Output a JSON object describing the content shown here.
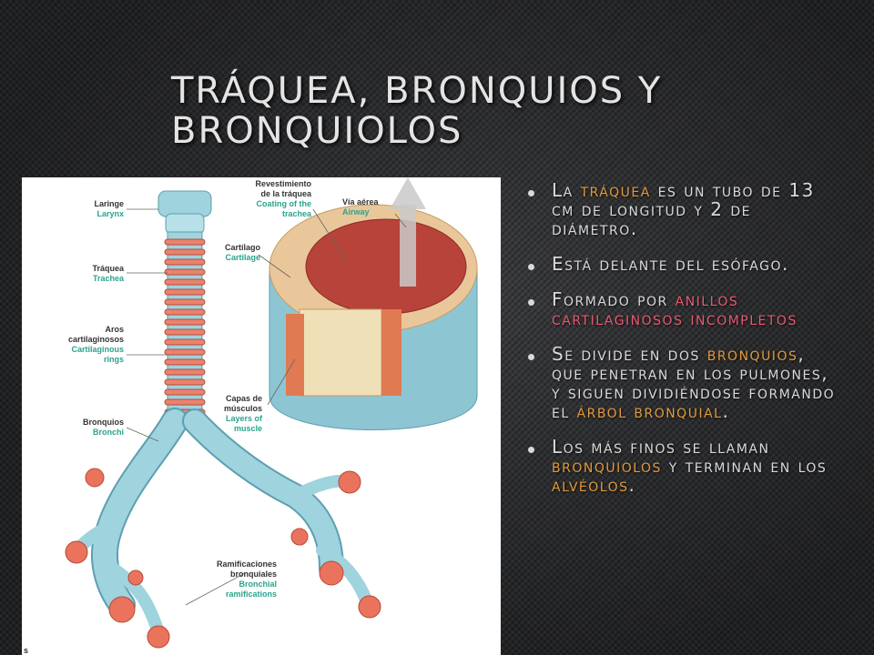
{
  "title": {
    "line1": "TRÁQUEA, BRONQUIOS Y",
    "line2": "BRONQUIOLOS"
  },
  "figure": {
    "corner_mark": "s",
    "labels": [
      {
        "es": "Laringe",
        "en": "Larynx"
      },
      {
        "es": "Tráquea",
        "en": "Trachea"
      },
      {
        "es": "Aros",
        "es2": "cartilaginosos",
        "en": "Cartilaginous",
        "en2": "rings"
      },
      {
        "es": "Bronquios",
        "en": "Bronchi"
      },
      {
        "es": "Revestimiento",
        "es2": "de la tráquea",
        "en": "Coating of the",
        "en2": "trachea"
      },
      {
        "es": "Vía aérea",
        "en": "Airway"
      },
      {
        "es": "Cartílago",
        "en": "Cartilage"
      },
      {
        "es": "Capas de",
        "es2": "músculos",
        "en": "Layers of",
        "en2": "muscle"
      },
      {
        "es": "Ramificaciones",
        "es2": "bronquiales",
        "en": "Bronchial",
        "en2": "ramifications"
      }
    ]
  },
  "bullets": [
    {
      "parts": [
        {
          "t": "La ",
          "c": ""
        },
        {
          "t": "tráquea",
          "c": "orange"
        },
        {
          "t": " es un tubo  de 13 cm de longitud y 2 de diámetro.",
          "c": ""
        }
      ]
    },
    {
      "parts": [
        {
          "t": "Está delante del esófago.",
          "c": ""
        }
      ]
    },
    {
      "parts": [
        {
          "t": "Formado por ",
          "c": ""
        },
        {
          "t": "anillos cartilaginosos incompletos",
          "c": "pink"
        }
      ]
    },
    {
      "parts": [
        {
          "t": "Se divide en dos ",
          "c": ""
        },
        {
          "t": "bronquios",
          "c": "orange"
        },
        {
          "t": ", que penetran en los pulmones, y siguen dividiéndose formando el ",
          "c": ""
        },
        {
          "t": "árbol bronquial",
          "c": "orange"
        },
        {
          "t": ".",
          "c": ""
        }
      ]
    },
    {
      "parts": [
        {
          "t": "Los más finos se llaman ",
          "c": ""
        },
        {
          "t": "bronquiolos",
          "c": "orange"
        },
        {
          "t": " y terminan en los ",
          "c": ""
        },
        {
          "t": "alvéolos",
          "c": "orange"
        },
        {
          "t": ".",
          "c": ""
        }
      ]
    }
  ],
  "colors": {
    "accent_orange": "#e29a3c",
    "accent_pink": "#e65a6e",
    "label_en": "#2aa38d"
  }
}
